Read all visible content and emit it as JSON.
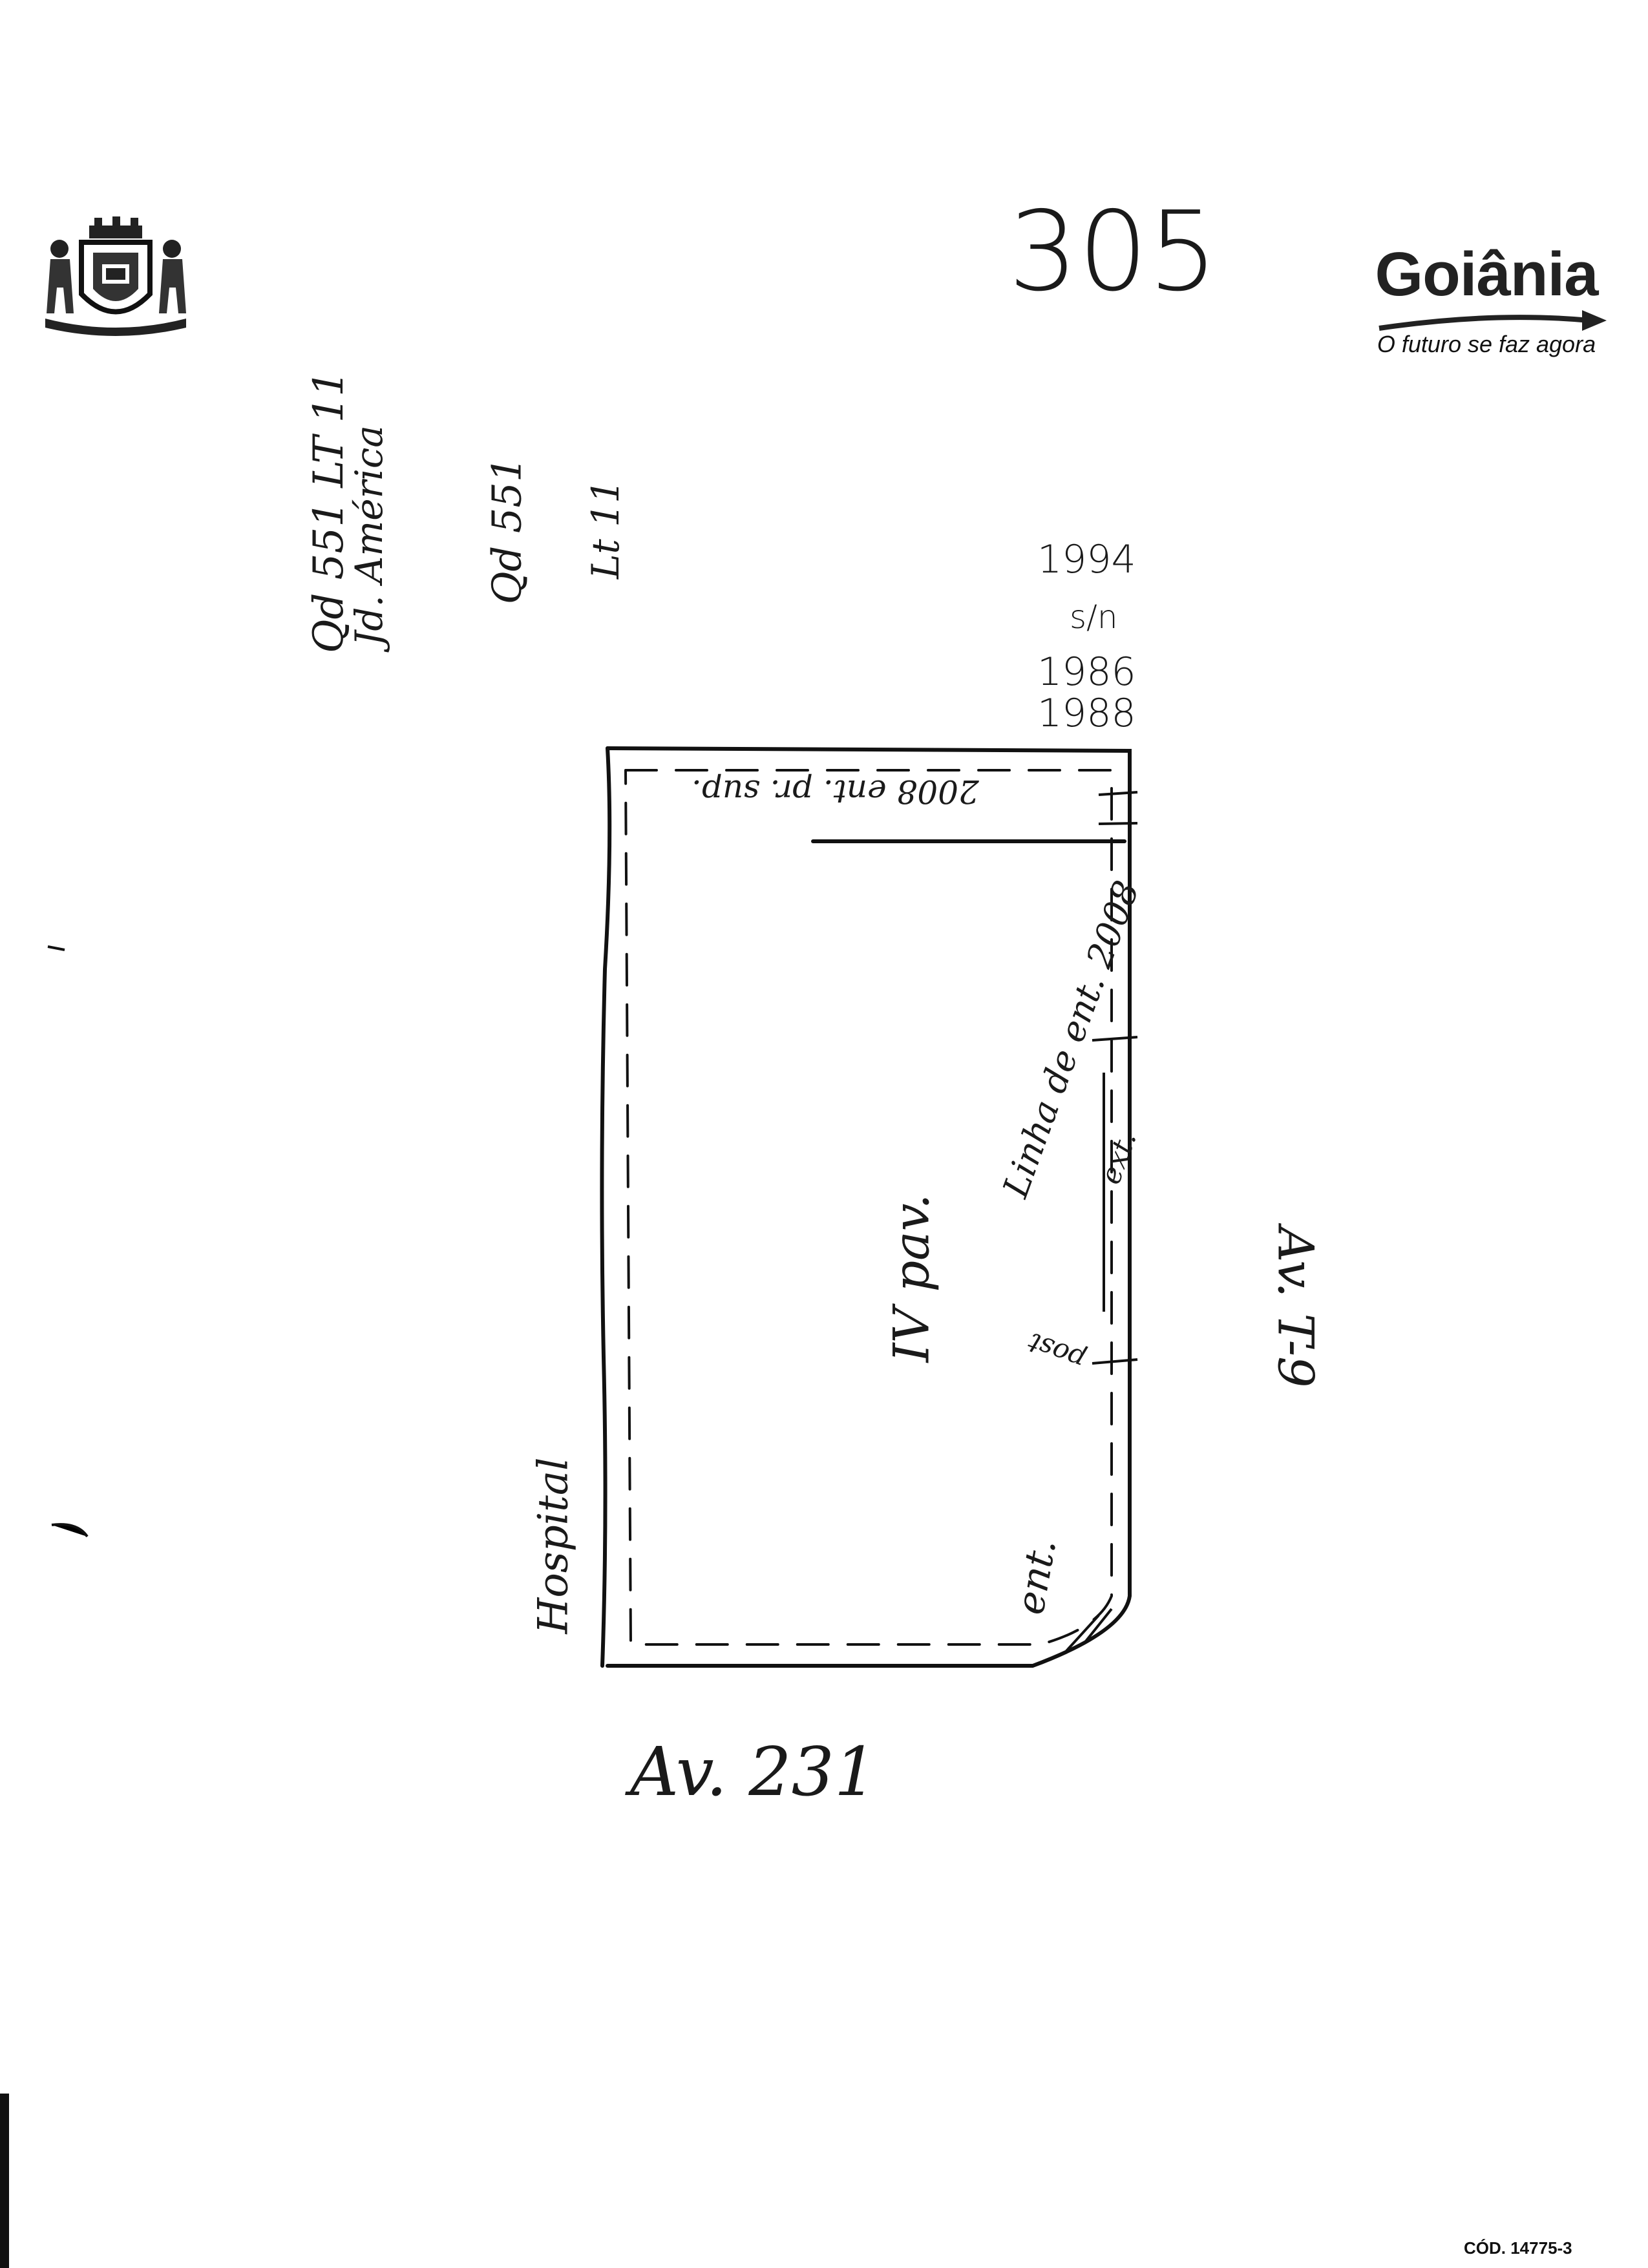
{
  "header": {
    "coat_of_arms_icon": "goiania-coat-of-arms",
    "brand_name": "Goiânia",
    "slogan": "O futuro se faz agora",
    "page_number": "305"
  },
  "sketch": {
    "lot_notes": {
      "left_1": "Qd 551 LT 11",
      "left_2": "Jd. América",
      "mid": "Qd 551",
      "mid_2": "Lt 11"
    },
    "years": [
      "1994",
      "s/n",
      "1986",
      "1988"
    ],
    "top_inner": "2008 ent. pr. sup. ",
    "diagonal": "Linha de ent. 2008",
    "extremity": "ext.",
    "posf": "post",
    "entrance": "ent.",
    "pavement": "IV pav.",
    "hospital": "Hospital",
    "av_t9": "Av. T-9",
    "av_231": "Av. 231"
  },
  "footer": {
    "code": "CÓD. 14775-3"
  }
}
